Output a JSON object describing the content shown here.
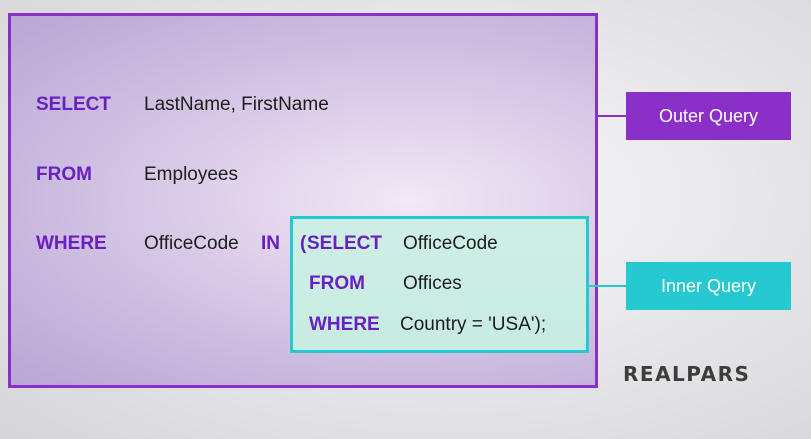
{
  "outer_query": {
    "line1": {
      "keyword": "SELECT",
      "text": "LastName, FirstName"
    },
    "line2": {
      "keyword": "FROM",
      "text": "Employees"
    },
    "line3": {
      "keyword": "WHERE",
      "text": "OfficeCode",
      "operator": "IN"
    }
  },
  "inner_query": {
    "line1": {
      "open_paren": "(",
      "keyword": "SELECT",
      "text": "OfficeCode"
    },
    "line2": {
      "keyword": "FROM",
      "text": "Offices"
    },
    "line3": {
      "keyword": "WHERE",
      "text": "Country = 'USA');"
    }
  },
  "labels": {
    "outer": "Outer Query",
    "inner": "Inner Query"
  },
  "logo": "REALPARS",
  "colors": {
    "outer_accent": "#8b2fc9",
    "inner_accent": "#26c9cf",
    "keyword": "#6a1fc2"
  }
}
